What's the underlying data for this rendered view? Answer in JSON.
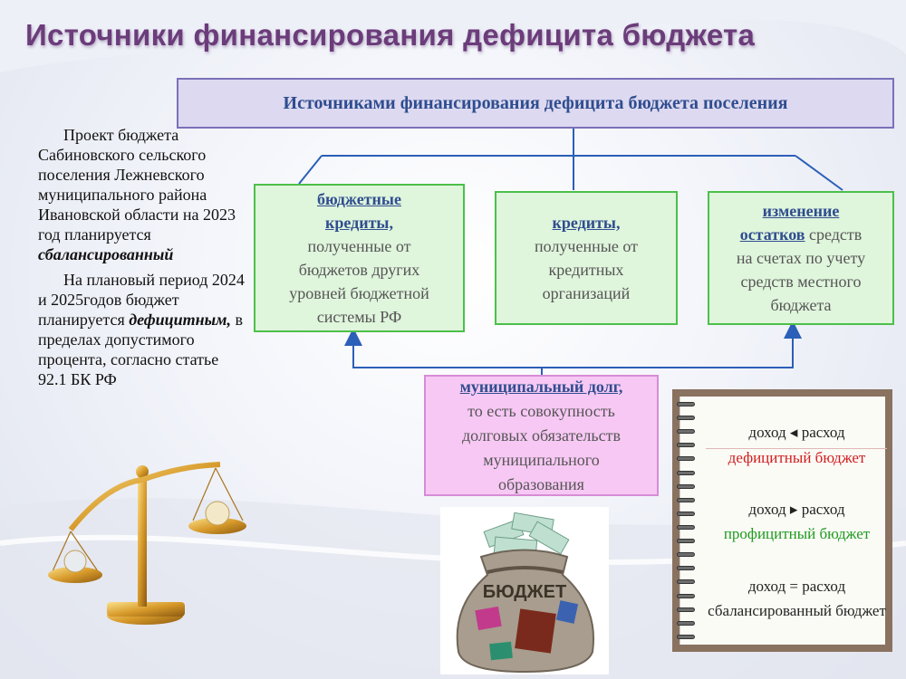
{
  "title": "Источники финансирования дефицита бюджета",
  "top_box": "Источниками финансирования дефицита бюджета поселения",
  "boxes": {
    "budget_credits": {
      "keyword_1": "бюджетные",
      "keyword_2": "кредиты,",
      "line_1": "полученные от",
      "line_2": "бюджетов других",
      "line_3": "уровней бюджетной",
      "line_4": "системы РФ"
    },
    "credits": {
      "keyword": "кредиты,",
      "line_1": "полученные от",
      "line_2": "кредитных",
      "line_3": "организаций"
    },
    "balance_change": {
      "keyword_1": "изменение",
      "keyword_2": "остатков",
      "line_1_rest": " средств",
      "line_2": "на счетах по учету",
      "line_3": "средств местного",
      "line_4": "бюджета"
    },
    "municipal_debt": {
      "keyword": "муниципальный долг,",
      "line_1": "то есть совокупность",
      "line_2": "долговых обязательств",
      "line_3": "муниципального",
      "line_4": "образования"
    }
  },
  "left_text": {
    "p1_main": "Проект бюджета Сабиновского сельского поселения Лежневского муниципального района Ивановской области на 2023 год планируется",
    "p1_em": "сбалансированный",
    "p2_start": "На плановый период 2024 и 2025годов бюджет планируется",
    "p2_em": "дефицитным,",
    "p2_end": "в пределах допустимого процента, согласно статье 92.1 БК РФ"
  },
  "notebook": {
    "row1": "доход ◂ расход",
    "row1_label": "дефицитный бюджет",
    "row2": "доход ▸ расход",
    "row2_label": "профицитный бюджет",
    "row3": "доход = расход",
    "row3_label": "сбалансированный бюджет"
  },
  "bag_label": "БЮДЖЕТ",
  "colors": {
    "title": "#6b3c7a",
    "accent_blue": "#2f4d8f",
    "green_border": "#4cc04a",
    "pink_fill": "#f7c8f4",
    "connector": "#2c5fb8"
  },
  "icons": [
    "scales-icon",
    "money-bag-icon",
    "notebook-icon"
  ]
}
